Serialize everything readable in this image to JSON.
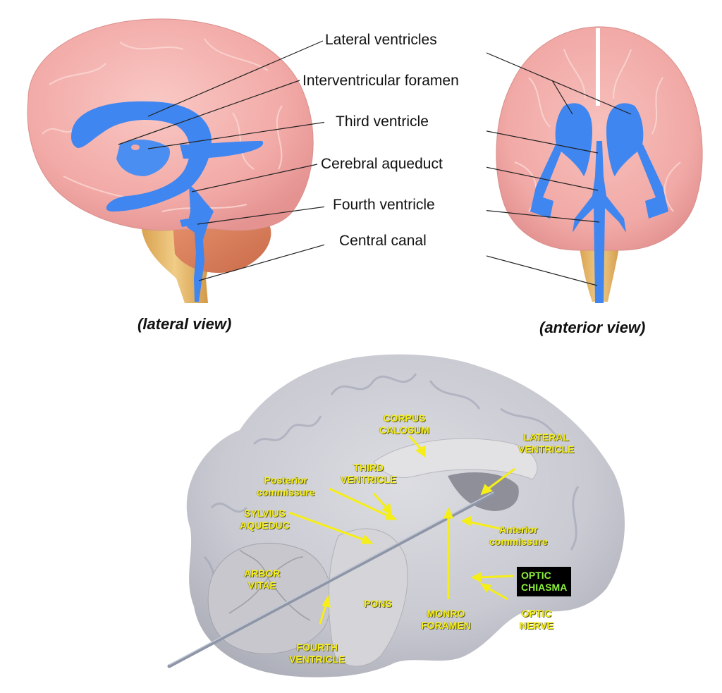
{
  "figure": {
    "top_labels": [
      {
        "id": "lateral-ventricles",
        "text": "Lateral ventricles"
      },
      {
        "id": "interventricular-foramen",
        "text": "Interventricular foramen"
      },
      {
        "id": "third-ventricle",
        "text": "Third ventricle"
      },
      {
        "id": "cerebral-aqueduct",
        "text": "Cerebral aqueduct"
      },
      {
        "id": "fourth-ventricle",
        "text": "Fourth ventricle"
      },
      {
        "id": "central-canal",
        "text": "Central canal"
      }
    ],
    "captions": {
      "lateral": "(lateral view)",
      "anterior": "(anterior view)"
    },
    "photo_labels": {
      "corpus_calosum": [
        "CORPUS",
        "CALOSUM"
      ],
      "lateral_ventricle": [
        "LATERAL",
        "VENTRICLE"
      ],
      "third_ventricle": [
        "THIRD",
        "VENTRICLE"
      ],
      "posterior_commissure": [
        "Posterior",
        "commissure"
      ],
      "sylvius_aqueduc": [
        "SYLVIUS",
        "AQUEDUC"
      ],
      "anterior_commissure": [
        "Anterior",
        "commissure"
      ],
      "arbor_vitae": [
        "ARBOR",
        "VITAE"
      ],
      "optic_chiasma": [
        "OPTIC",
        "CHIASMA"
      ],
      "pons": "PONS",
      "monro_foramen": [
        "MONRO",
        "FORAMEN"
      ],
      "optic_nerve": [
        "OPTIC",
        "NERVE"
      ],
      "fourth_ventricle": [
        "FOURTH",
        "VENTRICLE"
      ]
    },
    "colors": {
      "ventricle_blue": "#3f86f0",
      "cortex_pink": "#f4b0ae",
      "cerebellum_orange": "#d9825e",
      "brainstem_tan": "#e3b46a",
      "photo_tissue": "#cfd0d6",
      "label_yellow": "#f5ee18",
      "chiasma_green": "#8cf03a"
    }
  }
}
